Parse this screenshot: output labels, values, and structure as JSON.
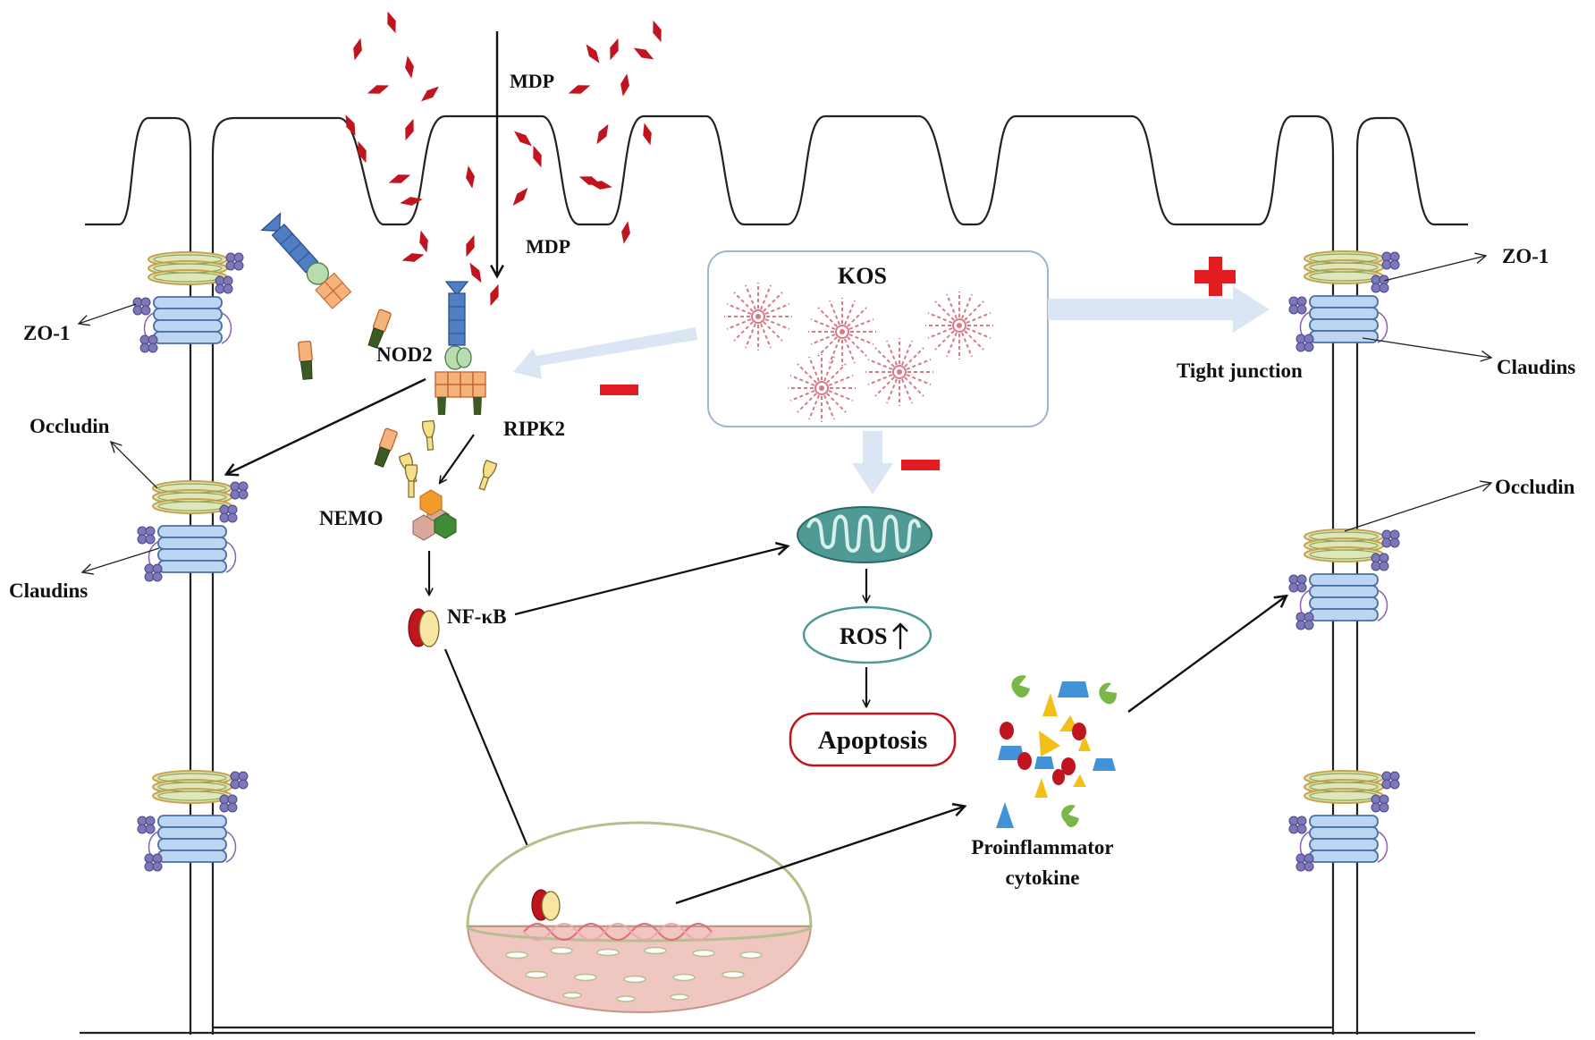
{
  "labels": {
    "mdp_top": "MDP",
    "mdp_mid": "MDP",
    "nod2": "NOD2",
    "ripk2": "RIPK2",
    "nemo": "NEMO",
    "nfkb": "NF-κB",
    "kos": "KOS",
    "ros": "ROS",
    "apoptosis": "Apoptosis",
    "cytokine_line1": "Proinflammator",
    "cytokine_line2": "cytokine",
    "tight_junction": "Tight junction",
    "left_zo1": "ZO-1",
    "left_occludin": "Occludin",
    "left_claudins": "Claudins",
    "right_zo1": "ZO-1",
    "right_claudins": "Claudins",
    "right_occludin": "Occludin"
  },
  "signs": {
    "kos_to_nod2": "minus",
    "kos_to_mitochondria": "minus",
    "kos_to_tight_junction": "plus"
  },
  "colors": {
    "mdp_particle": "#c0141e",
    "kos_arrow": "#dbe6f4",
    "sign_red": "#e31b23",
    "kos_box_border": "#9fb6d3",
    "mitochondria": "#4f9a95",
    "claudin_blue": "#b9d3f0",
    "occludin_green": "#cfd9a8",
    "zo1_purple": "#7d78b8",
    "nod2_blue": "#4f7ec3",
    "ripk2_orange": "#f5b27a",
    "apoptosis_border": "#c0141e",
    "cytokine_blue": "#3f93d6",
    "cytokine_yellow": "#f3c01a",
    "cytokine_green": "#7ab648",
    "cytokine_red": "#c0141e"
  }
}
